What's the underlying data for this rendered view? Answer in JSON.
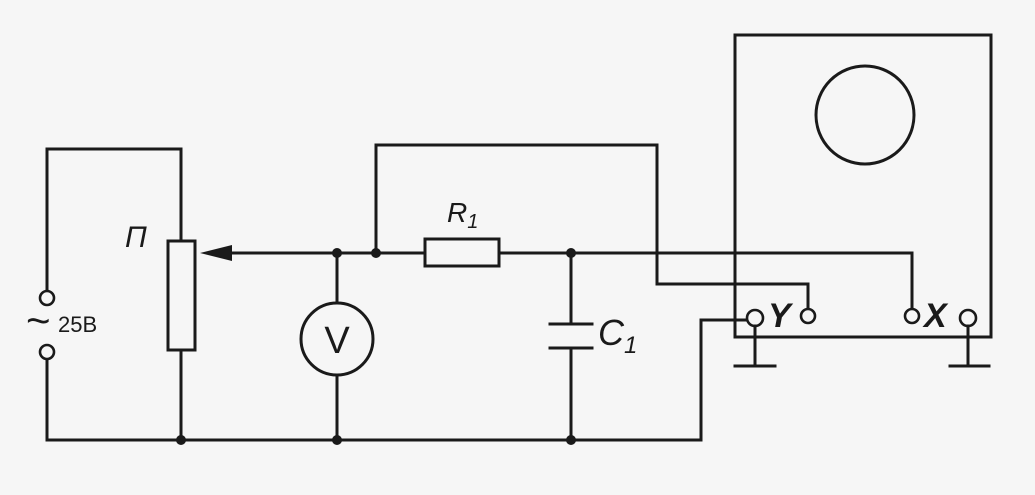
{
  "labels": {
    "source_voltage": "25В",
    "source_symbol": "~",
    "potentiometer": "П",
    "resistor": "R",
    "resistor_sub": "1",
    "capacitor": "C",
    "capacitor_sub": "1",
    "voltmeter": "V",
    "osc_y": "Y",
    "osc_x": "X"
  }
}
